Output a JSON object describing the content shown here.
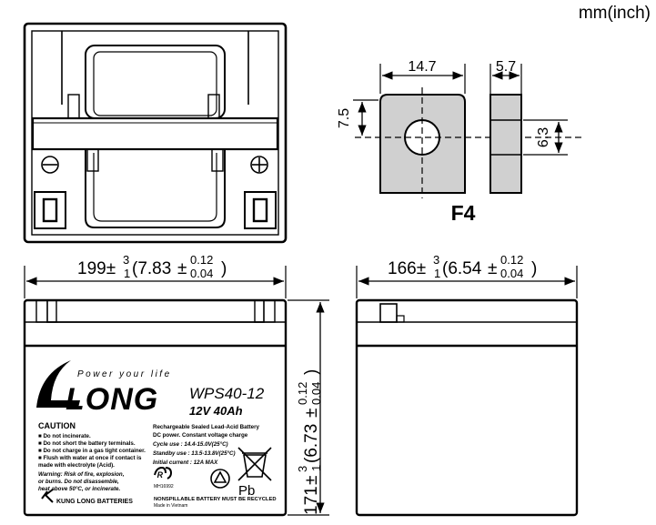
{
  "units": "mm(inch)",
  "terminal": {
    "name": "F4",
    "width": "14.7",
    "thickness": "5.7",
    "hole_height": "7.5",
    "side_height": "6.3"
  },
  "front_view": {
    "width_main": "199",
    "width_tol_upper": "3",
    "width_tol_lower": "1",
    "width_inch": "(7.83",
    "width_inch_tol_upper": "0.12",
    "width_inch_tol_lower": "0.04",
    "close_paren": ")",
    "plus_minus": "±"
  },
  "side_view": {
    "width_main": "166",
    "width_tol_upper": "3",
    "width_tol_lower": "1",
    "width_inch": "(6.54",
    "width_inch_tol_upper": "0.12",
    "width_inch_tol_lower": "0.04",
    "close_paren": ")"
  },
  "height": {
    "main": "171",
    "tol_upper": "3",
    "tol_lower": "1",
    "inch": "(6.73",
    "inch_tol_upper": "0.12",
    "inch_tol_lower": "0.04",
    "close_paren": ")"
  },
  "label": {
    "tagline": "Power your life",
    "brand": "LONG",
    "model": "WPS40-12",
    "rating": "12V 40Ah",
    "caution_title": "CAUTION",
    "caution_lines": [
      "■ Do not incinerate.",
      "■ Do not short the battery terminals.",
      "■ Do not charge in a gas tight container.",
      "■ Flush with water at once if contact is",
      "   made with electrolyte (Acid)."
    ],
    "warning_lines": [
      "Warning: Risk of fire, explosion,",
      "or burns. Do not disassemble,",
      "heat above 50°C, or incinerate."
    ],
    "spec_title": "Rechargeable Sealed Lead-Acid Battery",
    "spec_lines": [
      "DC power. Constant voltage charge",
      "Cycle  use : 14.4-15.0V(25°C)",
      "Standby use : 13.5-13.8V(25°C)",
      "Initial current : 12A MAX"
    ],
    "ul_code": "MH16992",
    "pb_text": "Pb",
    "nonspillable": "NONSPILLABLE   BATTERY MUST BE RECYCLED",
    "made_in": "Made in Vietnam",
    "maker": "KUNG LONG BATTERIES"
  }
}
